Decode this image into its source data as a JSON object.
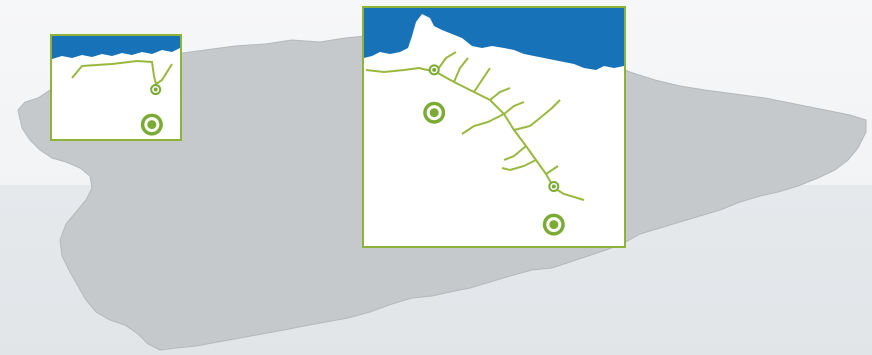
{
  "colors": {
    "region_fill": "#c6c9cc",
    "sea": "#1772b8",
    "border": "#8db33a",
    "river": "#9ab83f",
    "marker": "#7bab35",
    "inset_bg": "#ffffff"
  },
  "map": {
    "insets": [
      {
        "id": "west",
        "markers": [
          {
            "kind": "small-marker",
            "x": 0.81,
            "y": 0.52
          },
          {
            "kind": "large-marker",
            "x": 0.78,
            "y": 0.86
          }
        ]
      },
      {
        "id": "central",
        "markers": [
          {
            "kind": "small-marker",
            "x": 0.27,
            "y": 0.26
          },
          {
            "kind": "large-marker",
            "x": 0.27,
            "y": 0.44
          },
          {
            "kind": "small-marker",
            "x": 0.73,
            "y": 0.75
          },
          {
            "kind": "large-marker",
            "x": 0.73,
            "y": 0.91
          }
        ]
      }
    ]
  }
}
